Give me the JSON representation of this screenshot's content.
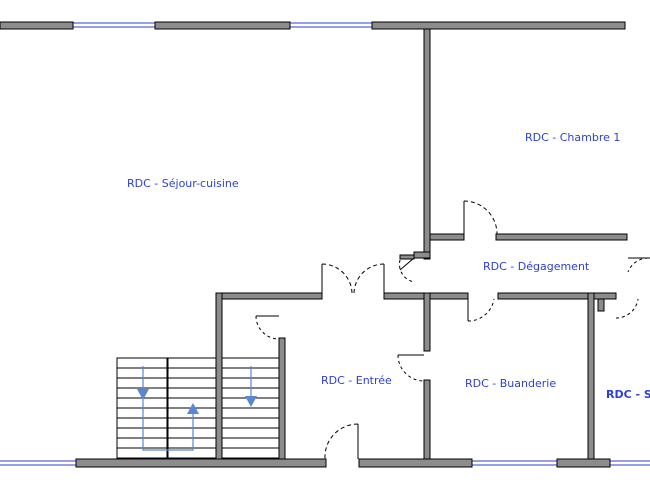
{
  "rooms": [
    {
      "id": "sejour",
      "label": "RDC - Séjour-cuisine",
      "bold": false
    },
    {
      "id": "chambre1",
      "label": "RDC - Chambre 1",
      "bold": false
    },
    {
      "id": "degagement",
      "label": "RDC - Dégagement",
      "bold": false
    },
    {
      "id": "entree",
      "label": "RDC - Entrée",
      "bold": false
    },
    {
      "id": "buanderie",
      "label": "RDC - Buanderie",
      "bold": false
    },
    {
      "id": "sa",
      "label": "RDC - Sa",
      "bold": true
    }
  ],
  "colors": {
    "wall_fill": "#8c8c8c",
    "wall_stroke": "#000000",
    "window": "#2d3fd6",
    "stair_arrow": "#5a86d6",
    "label": "#2d3fd6"
  }
}
